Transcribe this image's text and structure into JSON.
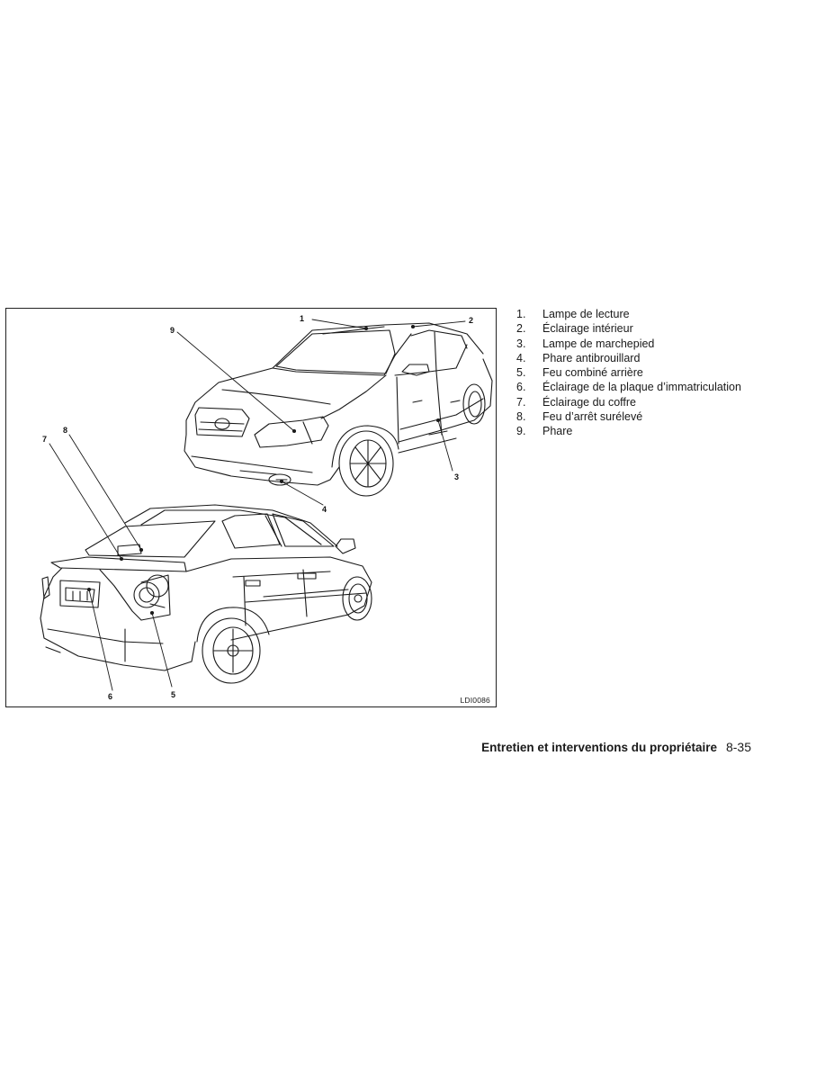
{
  "figure": {
    "id": "LDI0086",
    "callouts": [
      "1",
      "2",
      "3",
      "4",
      "5",
      "6",
      "7",
      "8",
      "9"
    ]
  },
  "legend": [
    {
      "num": "1.",
      "label": "Lampe de lecture"
    },
    {
      "num": "2.",
      "label": "Éclairage intérieur"
    },
    {
      "num": "3.",
      "label": "Lampe de marchepied"
    },
    {
      "num": "4.",
      "label": "Phare antibrouillard"
    },
    {
      "num": "5.",
      "label": "Feu combiné arrière"
    },
    {
      "num": "6.",
      "label": "Éclairage de la plaque d’immatriculation"
    },
    {
      "num": "7.",
      "label": "Éclairage du coffre"
    },
    {
      "num": "8.",
      "label": "Feu d’arrêt surélevé"
    },
    {
      "num": "9.",
      "label": "Phare"
    }
  ],
  "footer": {
    "section": "Entretien et interventions du propriétaire",
    "page": "8-35"
  }
}
